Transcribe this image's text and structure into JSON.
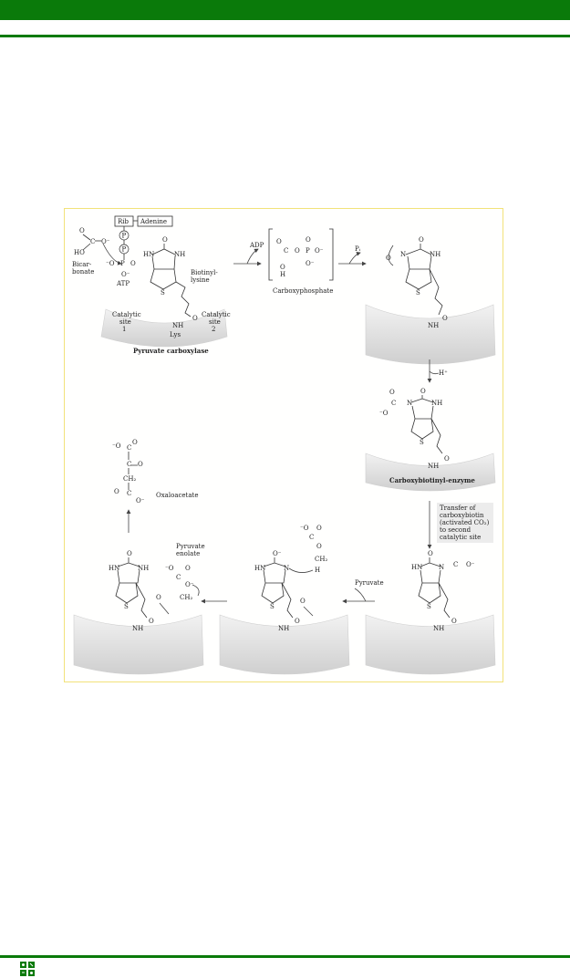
{
  "labels": {
    "rib": "Rib",
    "adenine": "Adenine",
    "p": "P",
    "bicarbonate": "Bicar-\nbonate",
    "atp": "ATP",
    "biotinyl_lysine": "Biotinyl-\nlysine",
    "adp": "ADP",
    "pi": "Pᵢ",
    "carboxyphosphate": "Carboxyphosphate",
    "catalytic_site_1": "Catalytic\nsite\n1",
    "catalytic_site_2": "Catalytic\nsite\n2",
    "lys": "Lys",
    "pyruvate_carboxylase": "Pyruvate carboxylase",
    "h_plus": "H⁺",
    "carboxybiotinyl_enzyme": "Carboxybiotinyl-enzyme",
    "transfer_note": "Transfer of\ncarboxybiotin\n(activated CO₂)\nto second\ncatalytic site",
    "pyruvate": "Pyruvate",
    "pyruvate_enolate": "Pyruvate\nenolate",
    "oxaloacetate": "Oxaloacetate",
    "ch2": "CH₂",
    "nh": "NH",
    "hn": "HN",
    "s": "S",
    "o": "O",
    "o_minus": "O⁻",
    "h": "H",
    "c": "C",
    "n": "N",
    "ho": "HO",
    "o_minus_left": "⁻O"
  },
  "colors": {
    "bar": "#0a7a0a",
    "figure_border": "#f2e27a",
    "enzyme": "#d9d9d9"
  }
}
